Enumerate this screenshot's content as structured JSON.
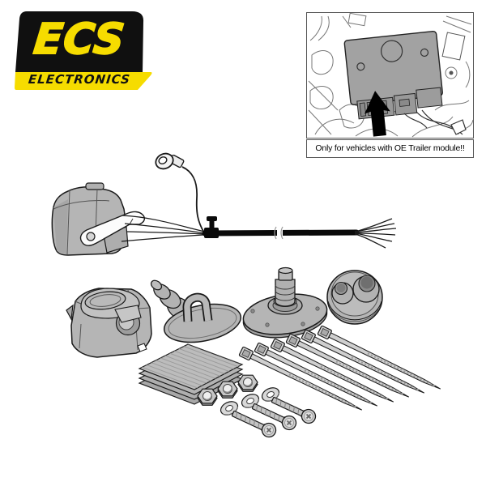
{
  "brand": {
    "name": "ECS",
    "subtitle": "ELECTRONICS",
    "logo_bg": "#101010",
    "logo_yellow": "#f6dc00"
  },
  "inset": {
    "caption": "Only for vehicles with OE Trailer module!!"
  },
  "kit": {
    "parts": [
      {
        "name": "wiring-module-connector",
        "count": 1
      },
      {
        "name": "ring-terminal-lead",
        "count": 1
      },
      {
        "name": "main-harness-cable",
        "count": 1
      },
      {
        "name": "fir-tree-cable-clip",
        "count": 1
      },
      {
        "name": "wire-fanout",
        "count": 1
      },
      {
        "name": "7-pin-trailer-socket",
        "count": 1
      },
      {
        "name": "rubber-grommet",
        "count": 1
      },
      {
        "name": "grommet-cover-plate",
        "count": 1
      },
      {
        "name": "adhesive-pads",
        "count": 4
      },
      {
        "name": "mounting-plate-with-tube",
        "count": 1
      },
      {
        "name": "rubber-boot-double-hole",
        "count": 1
      },
      {
        "name": "cable-tie",
        "count": 6
      },
      {
        "name": "hex-nut",
        "count": 3
      },
      {
        "name": "washer",
        "count": 3
      },
      {
        "name": "screw",
        "count": 3
      }
    ]
  },
  "colors": {
    "background": "#ffffff",
    "part_fill": "#b5b5b5",
    "outline": "#1a1a1a"
  }
}
